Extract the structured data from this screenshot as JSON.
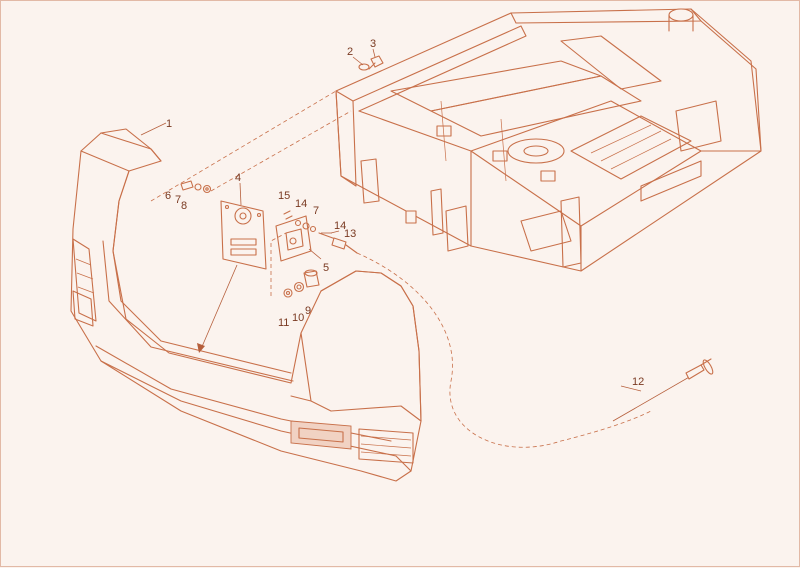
{
  "callouts": {
    "c1": "1",
    "c2": "2",
    "c3": "3",
    "c4": "4",
    "c5": "5",
    "c6": "6",
    "c7": "7",
    "c8": "8",
    "c9": "9",
    "c10": "10",
    "c11": "11",
    "c12": "12",
    "c13": "13",
    "c14a": "14",
    "c14b": "14",
    "c15": "15",
    "c7b": "7"
  },
  "colors": {
    "line": "#c8704a",
    "background": "#fbf3ee",
    "shade": "#f1d2c3"
  }
}
